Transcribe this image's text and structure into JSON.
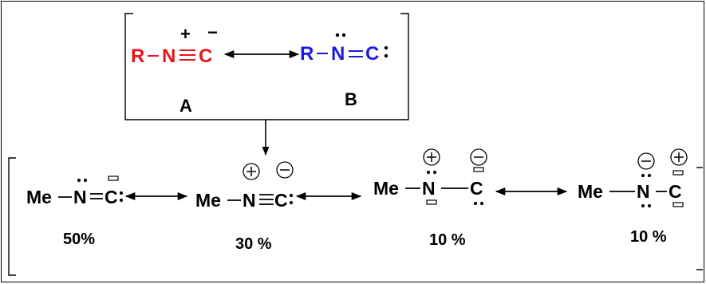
{
  "top_scheme": {
    "structure_a": {
      "r": "R",
      "n": "N",
      "c": "C",
      "n_charge": "+",
      "c_charge": "−",
      "label": "A"
    },
    "structure_b": {
      "r": "R",
      "n": "N",
      "c": "C",
      "label": "B"
    }
  },
  "bottom_scheme": {
    "substituent": "Me",
    "structures": [
      {
        "n": "N",
        "c": "C",
        "percent": "50%"
      },
      {
        "n": "N",
        "c": "C",
        "n_charge": "+",
        "c_charge": "−",
        "percent": "30 %"
      },
      {
        "n": "N",
        "c": "C",
        "n_charge": "+",
        "c_charge": "−",
        "percent": "10 %"
      },
      {
        "n": "N",
        "c": "C",
        "n_charge": "−",
        "c_charge": "+",
        "percent": "10 %"
      }
    ]
  },
  "colors": {
    "structure_a": "#e8141c",
    "structure_b": "#1a1ae6",
    "ink": "#000000"
  }
}
